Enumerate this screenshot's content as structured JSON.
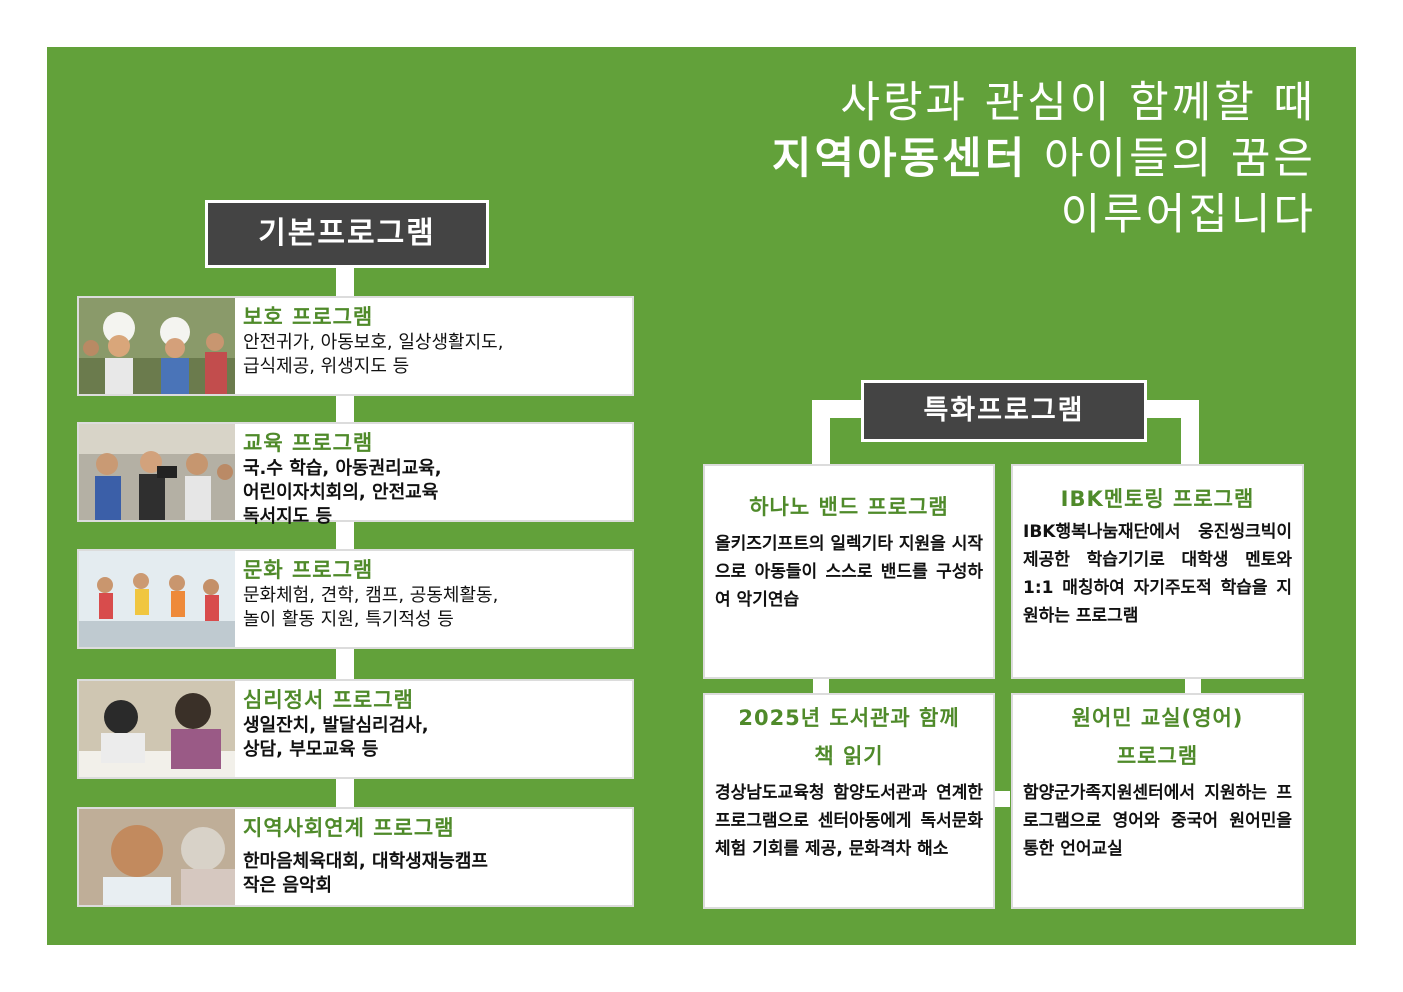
{
  "headline": {
    "line1": "사랑과 관심이 함께할 때",
    "line2_bold": "지역아동센터",
    "line2_rest": " 아이들의 꿈은",
    "line3": "이루어집니다"
  },
  "basic": {
    "label": "기본프로그램",
    "items": [
      {
        "title": "보호 프로그램",
        "body": "안전귀가, 아동보호, 일상생활지도,\n급식제공, 위생지도 등"
      },
      {
        "title": "교육 프로그램",
        "body": "국.수 학습, 아동권리교육,\n어린이자치회의, 안전교육\n독서지도 등"
      },
      {
        "title": "문화 프로그램",
        "body": "문화체험, 견학, 캠프, 공동체활동,\n놀이 활동 지원, 특기적성 등"
      },
      {
        "title": "심리정서 프로그램",
        "body": "생일잔치, 발달심리검사,\n상담, 부모교육 등"
      },
      {
        "title": "지역사회연계 프로그램",
        "body": "한마음체육대회, 대학생재능캠프\n작은 음악회"
      }
    ]
  },
  "special": {
    "label": "특화프로그램",
    "items": [
      {
        "title": "하나노 밴드 프로그램",
        "body": "올키즈기프트의 일렉기타 지원을 시작으로 아동들이 스스로 밴드를 구성하여 악기연습"
      },
      {
        "title": "IBK멘토링 프로그램",
        "body": "IBK행복나눔재단에서 웅진씽크빅이 제공한 학습기기로 대학생 멘토와 1:1 매칭하여 자기주도적 학습을 지원하는 프로그램"
      },
      {
        "title": "2025년 도서관과 함께 책 읽기",
        "body": "경상남도교육청 함양도서관과 연계한 프로그램으로 센터아동에게 독서문화체험 기회를 제공, 문화격차 해소"
      },
      {
        "title": "원어민 교실(영어) 프로그램",
        "body": "함양군가족지원센터에서 지원하는 프로그램으로 영어와 중국어 원어민을 통한 언어교실"
      }
    ]
  },
  "colors": {
    "panel_green": "#62a13a",
    "title_green": "#4f8a2a",
    "label_gray": "#444444"
  }
}
